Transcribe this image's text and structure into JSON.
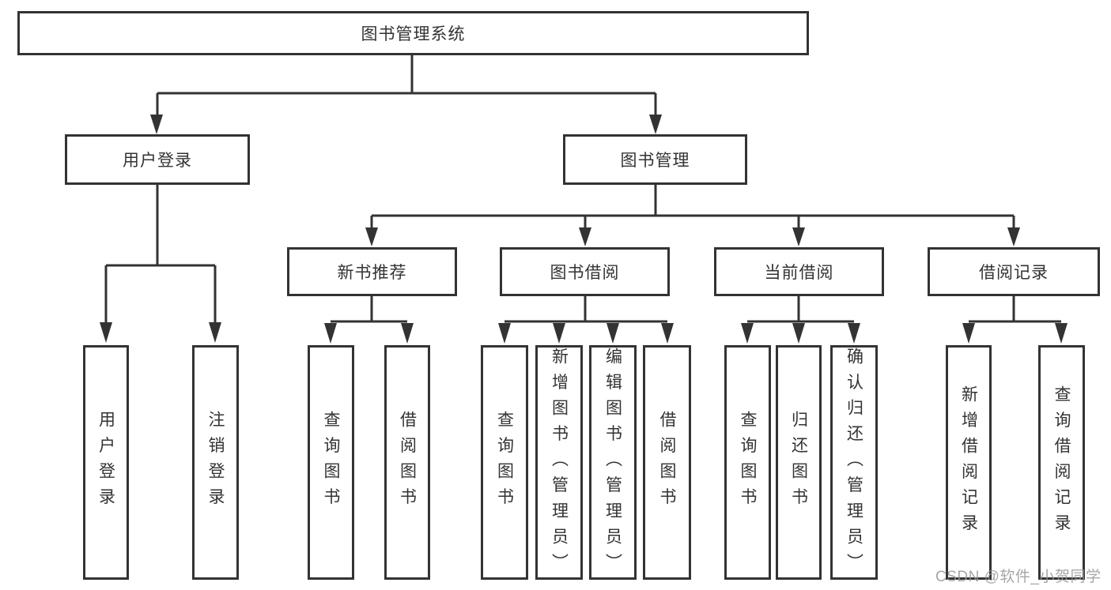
{
  "colors": {
    "line": "#333333",
    "text": "#333333",
    "background": "#ffffff",
    "watermark": "#969696"
  },
  "tree": {
    "root": {
      "label": "图书管理系统"
    },
    "branches": [
      {
        "label": "用户登录",
        "children": [
          {
            "label": "用户登录"
          },
          {
            "label": "注销登录"
          }
        ]
      },
      {
        "label": "图书管理",
        "children": [
          {
            "label": "新书推荐",
            "children": [
              {
                "label": "查询图书"
              },
              {
                "label": "借阅图书"
              }
            ]
          },
          {
            "label": "图书借阅",
            "children": [
              {
                "label": "查询图书"
              },
              {
                "label": "新增图书（管理员）"
              },
              {
                "label": "编辑图书（管理员）"
              },
              {
                "label": "借阅图书"
              }
            ]
          },
          {
            "label": "当前借阅",
            "children": [
              {
                "label": "查询图书"
              },
              {
                "label": "归还图书"
              },
              {
                "label": "确认归还（管理员）"
              }
            ]
          },
          {
            "label": "借阅记录",
            "children": [
              {
                "label": "新增借阅记录"
              },
              {
                "label": "查询借阅记录"
              }
            ]
          }
        ]
      }
    ]
  },
  "watermark": {
    "text": "CSDN @软件_小贺同学"
  }
}
